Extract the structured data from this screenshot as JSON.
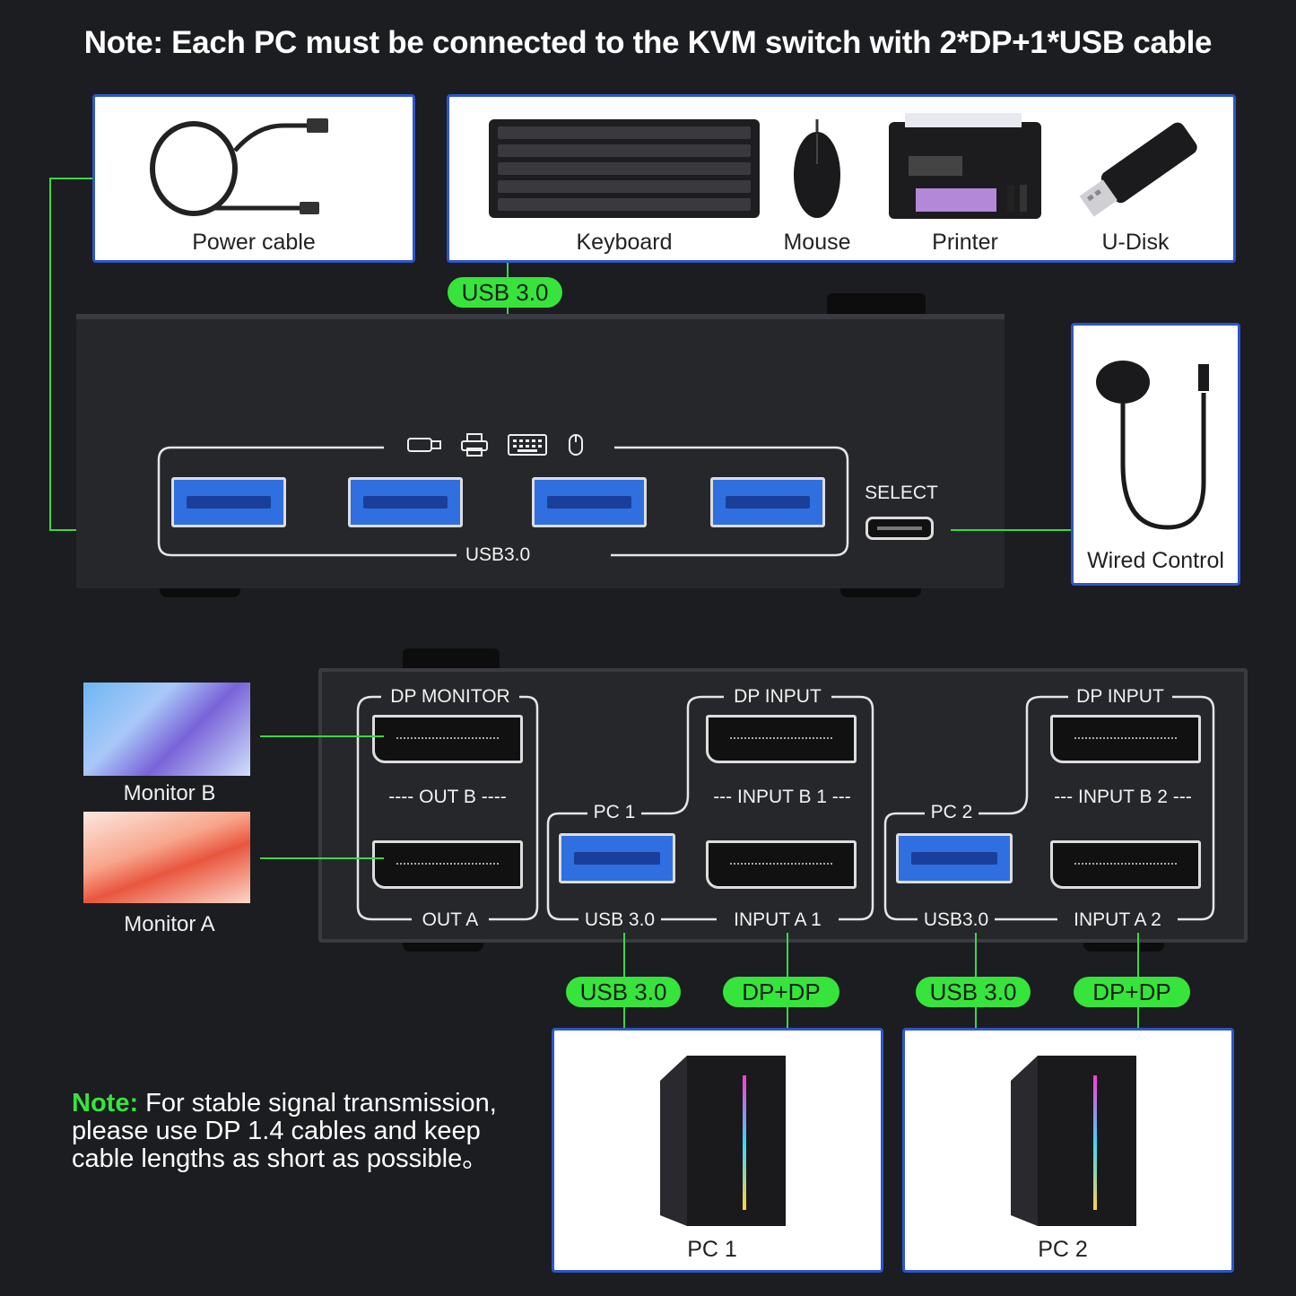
{
  "title": "Note: Each PC must be connected to the KVM switch with 2*DP+1*USB cable",
  "top_cards": {
    "power": "Power cable",
    "keyboard": "Keyboard",
    "mouse": "Mouse",
    "printer": "Printer",
    "udisk": "U-Disk",
    "wired": "Wired Control"
  },
  "front_panel": {
    "usb_pill": "USB 3.0",
    "usb_label": "USB3.0",
    "select_label": "SELECT",
    "icons": [
      "usb-drive-icon",
      "printer-icon",
      "keyboard-icon",
      "mouse-icon"
    ]
  },
  "rear_panel": {
    "dp_monitor": "DP MONITOR",
    "out_b": "---- OUT B ----",
    "out_a": "OUT A",
    "dp_input_1": "DP INPUT",
    "dp_input_2": "DP INPUT",
    "pc1": "PC 1",
    "pc2": "PC 2",
    "input_b1": "--- INPUT B 1 ---",
    "input_b2": "--- INPUT B 2 ---",
    "usb1": "USB 3.0",
    "usb2": "USB3.0",
    "input_a1": "INPUT A 1",
    "input_a2": "INPUT A 2"
  },
  "monitors": {
    "b": "Monitor B",
    "a": "Monitor A"
  },
  "pills": {
    "usb_pc1": "USB 3.0",
    "dp_pc1": "DP+DP",
    "usb_pc2": "USB 3.0",
    "dp_pc2": "DP+DP"
  },
  "pcs": {
    "pc1": "PC 1",
    "pc2": "PC 2"
  },
  "note": {
    "bold": "Note:",
    "line1": " For stable signal transmission,",
    "line2": "please use DP 1.4 cables and keep",
    "line3": "cable lengths as short as possible。"
  },
  "colors": {
    "accent_green": "#37e43c",
    "card_border": "#2e56c9",
    "usb_blue": "#2f6fe0",
    "background": "#1c1d20"
  }
}
